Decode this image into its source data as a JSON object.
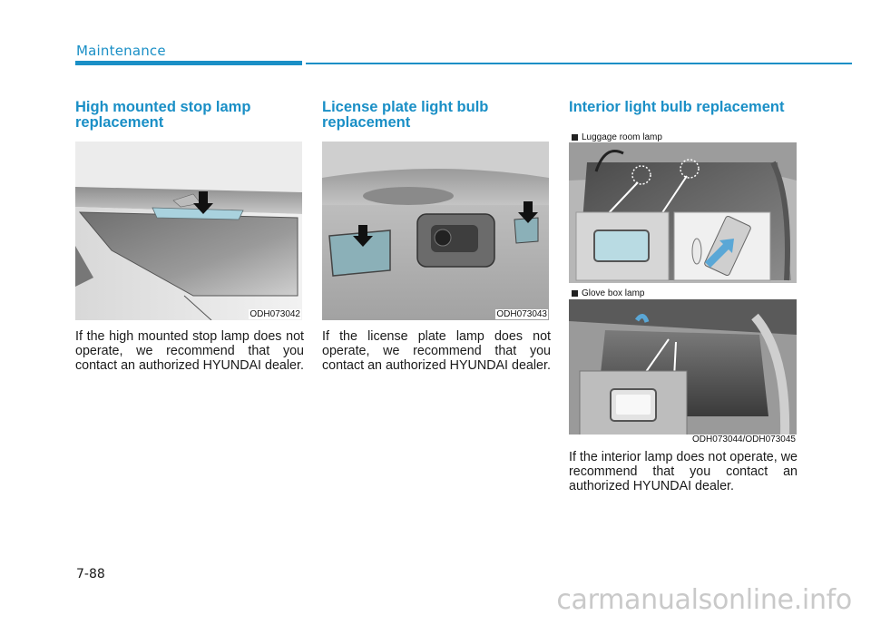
{
  "header": {
    "section": "Maintenance"
  },
  "sections": [
    {
      "title": "High mounted stop lamp replacement",
      "figure_code": "ODH073042",
      "body": "If the high mounted stop lamp does not operate, we recommend that you contact an authorized HYUNDAI dealer."
    },
    {
      "title": "License plate light bulb replacement",
      "figure_code": "ODH073043",
      "body": "If the license plate lamp does not operate, we recommend that you contact an authorized HYUNDAI dealer."
    },
    {
      "title": "Interior light bulb replacement",
      "captions": [
        "Luggage room lamp",
        "Glove box lamp"
      ],
      "figure_code": "ODH073044/ODH073045",
      "body": "If the interior lamp does not operate, we recommend that you contact an authorized HYUNDAI dealer."
    }
  ],
  "footer": {
    "page_number": "7-88",
    "watermark": "carmanualsonline.info"
  }
}
